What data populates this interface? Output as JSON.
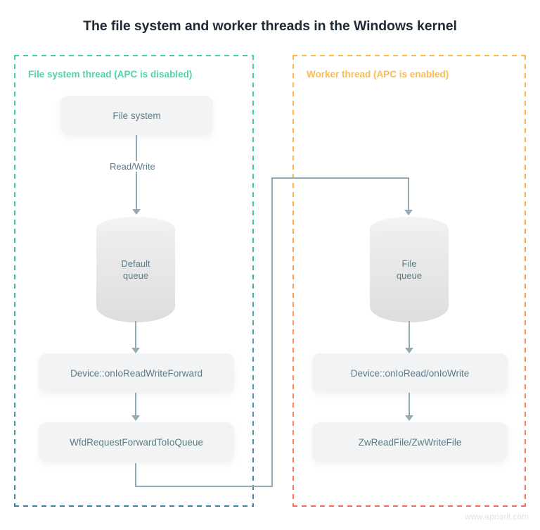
{
  "page": {
    "title": "The file system and worker threads in the Windows kernel",
    "watermark": "www.apriorit.com",
    "colors": {
      "title": "#1f2a38",
      "node_fill": "#f2f3f4",
      "node_text": "#5d7b87",
      "connector": "#93aab4",
      "panel_fs_start": "#3ed39b",
      "panel_fs_end": "#3f83a2",
      "panel_worker_start": "#ffb93e",
      "panel_worker_end": "#fa6b5e",
      "watermark": "#dde3e6"
    }
  },
  "panels": [
    {
      "id": "file-system-thread",
      "label": "File system thread (APC is disabled)",
      "nodes": [
        {
          "id": "file-system",
          "label": "File system",
          "type": "box"
        },
        {
          "id": "default-queue",
          "label": "Default\nqueue",
          "type": "cylinder",
          "line1": "Default",
          "line2": "queue"
        },
        {
          "id": "on-io-rw-fwd",
          "label": "Device::onIoReadWriteForward",
          "type": "box"
        },
        {
          "id": "wfd-fwd-queue",
          "label": "WfdRequestForwardToIoQueue",
          "type": "box"
        }
      ],
      "edges": [
        {
          "from": "file-system",
          "to": "default-queue",
          "label": "Read/Write"
        },
        {
          "from": "default-queue",
          "to": "on-io-rw-fwd",
          "label": ""
        },
        {
          "from": "on-io-rw-fwd",
          "to": "wfd-fwd-queue",
          "label": ""
        }
      ]
    },
    {
      "id": "worker-thread",
      "label": "Worker thread (APC is enabled)",
      "nodes": [
        {
          "id": "file-queue",
          "label": "File\nqueue",
          "type": "cylinder",
          "line1": "File",
          "line2": "queue"
        },
        {
          "id": "on-io-read-write",
          "label": "Device::onIoRead/onIoWrite",
          "type": "box"
        },
        {
          "id": "zw-read-write",
          "label": "ZwReadFile/ZwWriteFile",
          "type": "box"
        }
      ],
      "edges": [
        {
          "from": "file-queue",
          "to": "on-io-read-write",
          "label": ""
        },
        {
          "from": "on-io-read-write",
          "to": "zw-read-write",
          "label": ""
        }
      ]
    }
  ],
  "cross_edges": [
    {
      "from": "wfd-fwd-queue",
      "to": "file-queue",
      "label": "",
      "routing": "down-right-up-right-down"
    }
  ]
}
